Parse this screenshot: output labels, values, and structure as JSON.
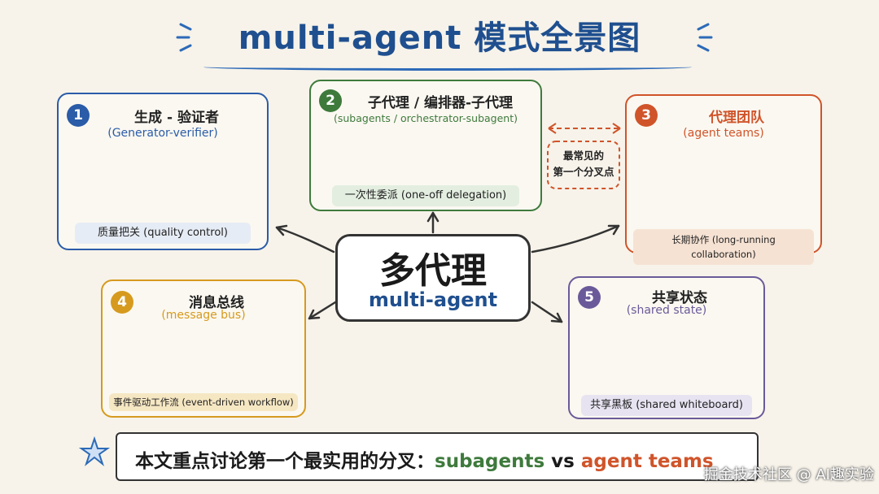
{
  "title": "multi-agent 模式全景图",
  "center": {
    "zh": "多代理",
    "en": "multi-agent"
  },
  "boxes": [
    {
      "num": "1",
      "title": "生成 - 验证者",
      "subtitle": "(Generator-verifier)",
      "footer": "质量把关 (quality control)",
      "color": "#2a5ca8"
    },
    {
      "num": "2",
      "title": "子代理 / 编排器-子代理",
      "subtitle": "(subagents / orchestrator-subagent)",
      "footer": "一次性委派 (one-off delegation)",
      "color": "#3e7a3c"
    },
    {
      "num": "3",
      "title": "代理团队",
      "subtitle": "(agent teams)",
      "footer": "长期协作 (long-running collaboration)",
      "color": "#d0542a"
    },
    {
      "num": "4",
      "title": "消息总线",
      "subtitle": "(message bus)",
      "footer": "事件驱动工作流 (event-driven workflow)",
      "color": "#d69a1e"
    },
    {
      "num": "5",
      "title": "共享状态",
      "subtitle": "(shared state)",
      "footer": "共享黑板 (shared whiteboard)",
      "color": "#6b5a9a"
    }
  ],
  "fork_note": {
    "line1": "最常见的",
    "line2": "第一个分叉点"
  },
  "bottom": {
    "text_main": "本文重点讨论第一个最实用的分叉：",
    "subagents": "subagents",
    "vs": " vs ",
    "agent_teams": "agent teams"
  },
  "watermark": "掘金技术社区 @ AI趣实验",
  "colors": {
    "bg": "#f7f3ea",
    "title": "#1f4f8f",
    "robot": "#e8876a"
  }
}
